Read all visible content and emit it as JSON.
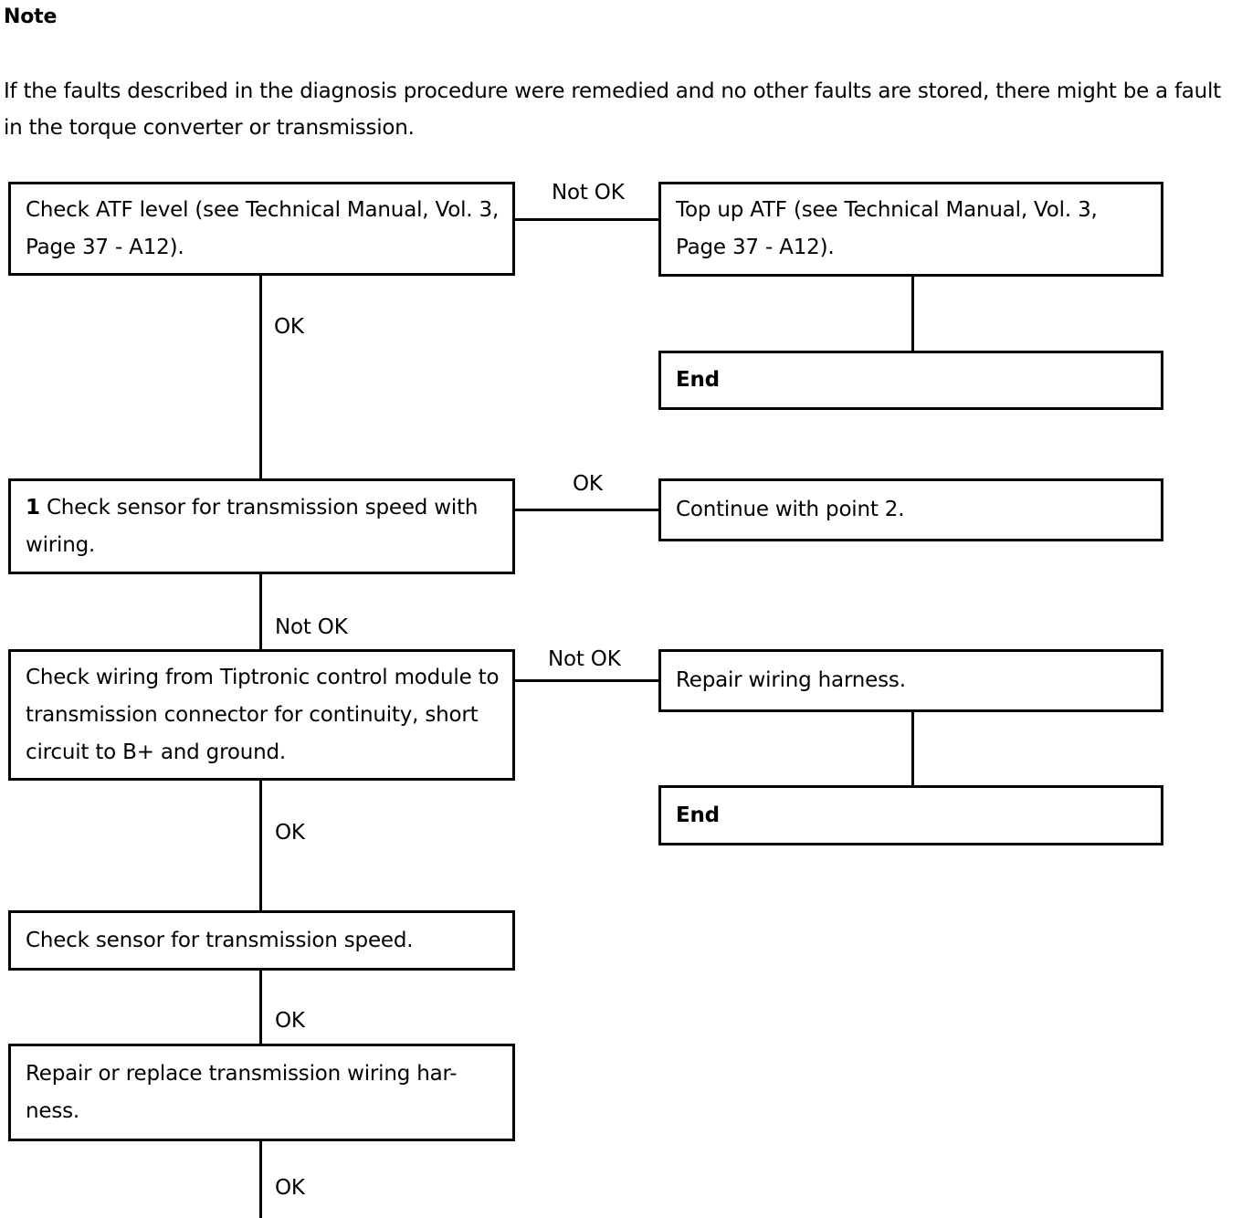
{
  "document": {
    "note_heading": "Note",
    "note_text": "If the faults described in the diagnosis procedure were remedied and no other faults are stored, there might be a fault in the torque converter or transmission."
  },
  "flowchart": {
    "boxes": {
      "check_atf_level": "Check ATF level (see Technical Manual, Vol. 3, Page 37 - A12).",
      "top_up_atf": "Top up ATF (see Technical Manual, Vol. 3, Page 37 - A12).",
      "end_1": "End",
      "check_sensor_wiring_num": "1",
      "check_sensor_wiring": "Check sensor for transmission speed with wiring.",
      "continue_point_2": "Continue with point 2.",
      "check_wiring_tiptronic": "Check wiring from Tiptronic control module to transmission connector for continuity, short circuit to B+ and ground.",
      "repair_wiring_harness": "Repair wiring harness.",
      "end_2": "End",
      "check_sensor_speed": "Check sensor for transmission speed.",
      "repair_replace_harness": "Repair or replace transmission wiring har-ness."
    },
    "edge_labels": {
      "atf_not_ok": "Not OK",
      "atf_ok": "OK",
      "sensor_ok": "OK",
      "sensor_not_ok": "Not OK",
      "wiring_not_ok": "Not OK",
      "wiring_ok": "OK",
      "speed_ok": "OK",
      "harness_ok": "OK"
    }
  },
  "colors": {
    "line": "#000000",
    "background": "#ffffff",
    "text": "#000000"
  }
}
